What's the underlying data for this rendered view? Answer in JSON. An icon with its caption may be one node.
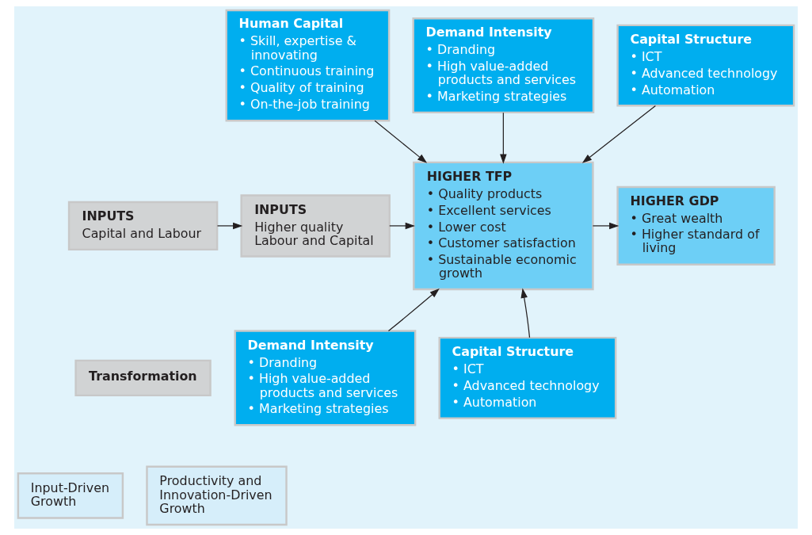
{
  "diagram": {
    "nodes": [
      {
        "text": [
          "Human Capital",
          "• Skill, expertise & innovating",
          "• Continuous training",
          "• Quality of training",
          "• On-the-job training"
        ]
      },
      {
        "text": [
          "Demand Intensity",
          "• Dranding",
          "• High value-added products and services",
          "• Marketing strategies"
        ]
      },
      {
        "text": [
          "Capital Structure",
          "• ICT",
          "• Advanced technology",
          "• Automation"
        ]
      },
      {
        "text": [
          "INPUTS",
          "Capital and Labour"
        ]
      },
      {
        "text": [
          "INPUTS",
          "Higher quality Labour and Capital"
        ]
      },
      {
        "text": [
          "HIGHER TFP",
          "• Quality products",
          "• Excellent services",
          "• Lower cost",
          "• Customer satisfaction",
          "• Sustainable economic growth"
        ]
      },
      {
        "text": [
          "HIGHER GDP",
          "• Great wealth",
          "• Higher standard of living"
        ]
      },
      {
        "text": [
          "Transformation"
        ]
      },
      {
        "text": [
          "Demand Intensity",
          "• Dranding",
          "• High value-added products and services",
          "• Marketing strategies"
        ]
      },
      {
        "text": [
          "Capital Structure",
          "• ICT",
          "• Advanced technology",
          "• Automation"
        ]
      },
      {
        "text": [
          "Input-Driven Growth"
        ]
      },
      {
        "text": [
          "Productivity and Innovation-Driven Growth"
        ]
      }
    ],
    "edges": [
      {
        "from": 0,
        "to": 5,
        "arrow": "to"
      },
      {
        "from": 1,
        "to": 5,
        "arrow": "to"
      },
      {
        "from": 2,
        "to": 5,
        "arrow": "to"
      },
      {
        "from": 3,
        "to": 4,
        "arrow": "to"
      },
      {
        "from": 4,
        "to": 5,
        "arrow": "to"
      },
      {
        "from": 5,
        "to": 6,
        "arrow": "to"
      },
      {
        "from": 8,
        "to": 5,
        "arrow": "to"
      },
      {
        "from": 9,
        "to": 5,
        "arrow": "to"
      }
    ]
  }
}
